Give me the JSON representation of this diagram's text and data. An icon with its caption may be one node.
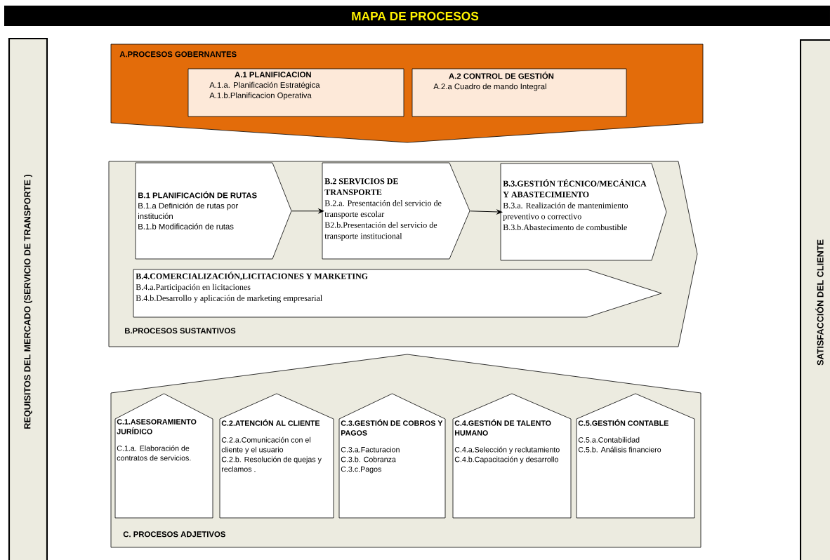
{
  "diagram": {
    "title": "MAPA DE PROCESOS",
    "nodes": [
      {
        "text": [
          "REQUISITOS DEL MERCADO (SERVICIO DE TRANSPORTE )"
        ]
      },
      {
        "text": [
          "A.PROCESOS GOBERNANTES"
        ]
      },
      {
        "text": [
          "A.1 PLANIFICACION",
          "A.1.a. Planificación Estratégica",
          "A.1.b.Planificacion Operativa"
        ],
        "in": 1
      },
      {
        "text": [
          "A.2 CONTROL DE GESTIÓN",
          "A.2.a Cuadro de mando Integral"
        ],
        "in": 1
      },
      {
        "text": [
          "B.PROCESOS SUSTANTIVOS"
        ]
      },
      {
        "text": [
          "B.1  PLANIFICACIÓN DE RUTAS",
          "B.1.a Definición de rutas por institución",
          "B.1.b Modificación de rutas"
        ],
        "in": 4
      },
      {
        "text": [
          "B.2 SERVICIOS DE TRANSPORTE",
          "B.2.a. Presentación del servicio de transporte escolar",
          "B2.b.Presentación del servicio de transporte institucional"
        ],
        "in": 4
      },
      {
        "text": [
          "B.3.GESTIÓN TÉCNICO/MECÁNICA Y ABASTECIMIENTO",
          "B.3.a. Realización de mantenimiento preventivo o correctivo",
          "B.3.b.Abastecimento de combustible"
        ],
        "in": 4
      },
      {
        "text": [
          "B.4.COMERCIALIZACIÓN,LICITACIONES Y MARKETING",
          "B.4.a.Participación en licitaciones",
          "B.4.b.Desarrollo y aplicación de marketing empresarial"
        ],
        "in": 4
      },
      {
        "text": [
          "C.  PROCESOS ADJETIVOS"
        ]
      },
      {
        "text": [
          "C.1.ASESORAMIENTO JURÍDICO",
          "C.1.a. Elaboración de contratos de servicios."
        ],
        "in": 9
      },
      {
        "text": [
          "C.2.ATENCIÓN AL CLIENTE",
          "C.2.a.Comunicación con el cliente y el usuario",
          "C.2.b. Resolución de quejas y reclamos ."
        ],
        "in": 9
      },
      {
        "text": [
          "C.3.GESTIÓN DE COBROS Y PAGOS",
          "C.3.a.Facturacion",
          "C.3.b. Cobranza",
          "C.3.c.Pagos"
        ],
        "in": 9
      },
      {
        "text": [
          "C.4.GESTIÓN DE TALENTO HUMANO",
          "C.4.a.Selección y reclutamiento",
          "C.4.b.Capacitación y desarrollo"
        ],
        "in": 9
      },
      {
        "text": [
          "C.5.GESTIÓN  CONTABLE",
          "C.5.a.Contabilidad",
          "C.5.b. Análisis financiero"
        ],
        "in": 9
      },
      {
        "text": [
          "SATISFACCIÓN DEL CLIENTE"
        ]
      }
    ],
    "edges": [
      {
        "from": 5,
        "to": 6,
        "arrow": "to"
      },
      {
        "from": 6,
        "to": 7,
        "arrow": "to"
      }
    ]
  }
}
